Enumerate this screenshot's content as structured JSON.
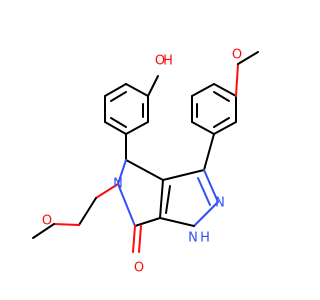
{
  "molecule": {
    "colors": {
      "carbon": "#000000",
      "oxygen": "#ff0d0d",
      "nitrogen": "#3050f8"
    },
    "atoms": {
      "hydroxyl_o": "O",
      "hydroxyl_h": "H",
      "methoxy_phenyl_o": "O",
      "ring_n": "N",
      "pyrazole_n": "N",
      "pyrazole_nh_n": "N",
      "pyrazole_nh_h": "H",
      "methoxyethyl_o": "O",
      "carbonyl_o": "O"
    }
  }
}
